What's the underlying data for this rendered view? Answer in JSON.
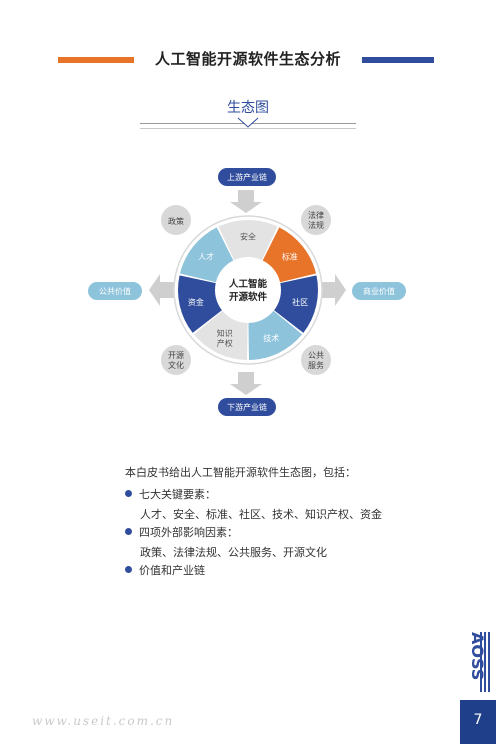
{
  "header": {
    "title": "人工智能开源软件生态分析"
  },
  "subtitle": "生态图",
  "diagram": {
    "center": [
      "人工智能",
      "开源软件"
    ],
    "segments": [
      {
        "label": "安全",
        "color": "#e3e3e3",
        "text_color": "#555555"
      },
      {
        "label": "标准",
        "color": "#e8742a",
        "text_color": "#ffffff"
      },
      {
        "label": "社区",
        "color": "#2f4d9c",
        "text_color": "#ffffff"
      },
      {
        "label": "技术",
        "color": "#8ec3dc",
        "text_color": "#ffffff"
      },
      {
        "label": "知识产权",
        "color": "#e3e3e3",
        "text_color": "#555555"
      },
      {
        "label": "资金",
        "color": "#2f4d9c",
        "text_color": "#ffffff"
      },
      {
        "label": "人才",
        "color": "#8ec3dc",
        "text_color": "#ffffff"
      }
    ],
    "outer_circles": [
      {
        "label": "政策"
      },
      {
        "label": "法律法规"
      },
      {
        "label": "开源文化"
      },
      {
        "label": "公共服务"
      }
    ],
    "pills": {
      "top": "上游产业链",
      "bottom": "下游产业链",
      "left": "公共价值",
      "right": "商业价值"
    }
  },
  "text": {
    "intro": "本白皮书给出人工智能开源软件生态图，包括：",
    "bullet1": "七大关键要素：",
    "detail1": "人才、安全、标准、社区、技术、知识产权、资金",
    "bullet2": "四项外部影响因素：",
    "detail2": "政策、法律法规、公共服务、开源文化",
    "bullet3": "价值和产业链"
  },
  "footer": {
    "watermark": "www.useit.com.cn",
    "page_number": "7",
    "logo_text": "AOSS"
  },
  "colors": {
    "orange": "#e8742a",
    "navy": "#2f4d9c",
    "light_blue": "#8ec3dc",
    "grey": "#e3e3e3"
  }
}
